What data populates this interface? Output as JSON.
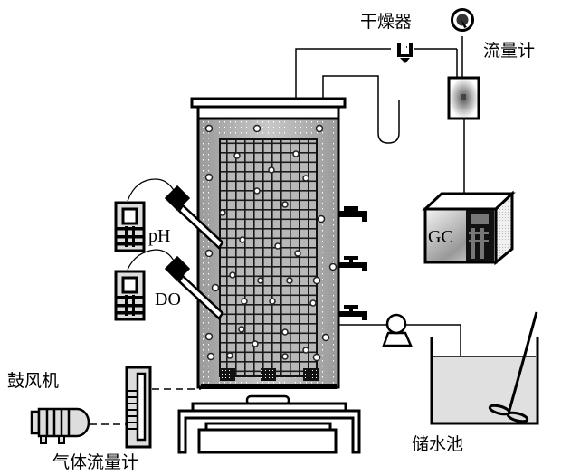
{
  "labels": {
    "dryer": "干燥器",
    "flowmeter_gas_out": "流量计",
    "gc": "GC",
    "ph_meter": "pH",
    "do_meter": "DO",
    "blower": "鼓风机",
    "gas_flowmeter": "气体流量计",
    "storage_tank": "储水池"
  },
  "components": [
    {
      "id": "reactor",
      "name": "bioreactor column"
    },
    {
      "id": "media-grid",
      "name": "packing / mesh carrier"
    },
    {
      "id": "dryer",
      "name": "干燥器"
    },
    {
      "id": "flowmeter-top",
      "name": "流量计"
    },
    {
      "id": "gauge",
      "name": "pressure gauge"
    },
    {
      "id": "gc",
      "name": "GC"
    },
    {
      "id": "ph-meter",
      "name": "pH"
    },
    {
      "id": "do-meter",
      "name": "DO"
    },
    {
      "id": "sampling-taps",
      "count": 3
    },
    {
      "id": "pump",
      "name": "peristaltic pump"
    },
    {
      "id": "storage-tank",
      "name": "储水池"
    },
    {
      "id": "stirrer",
      "name": "agitator"
    },
    {
      "id": "blower",
      "name": "鼓风机"
    },
    {
      "id": "gas-flowmeter",
      "name": "气体流量计"
    },
    {
      "id": "u-tube",
      "name": "water seal U-tube"
    }
  ]
}
